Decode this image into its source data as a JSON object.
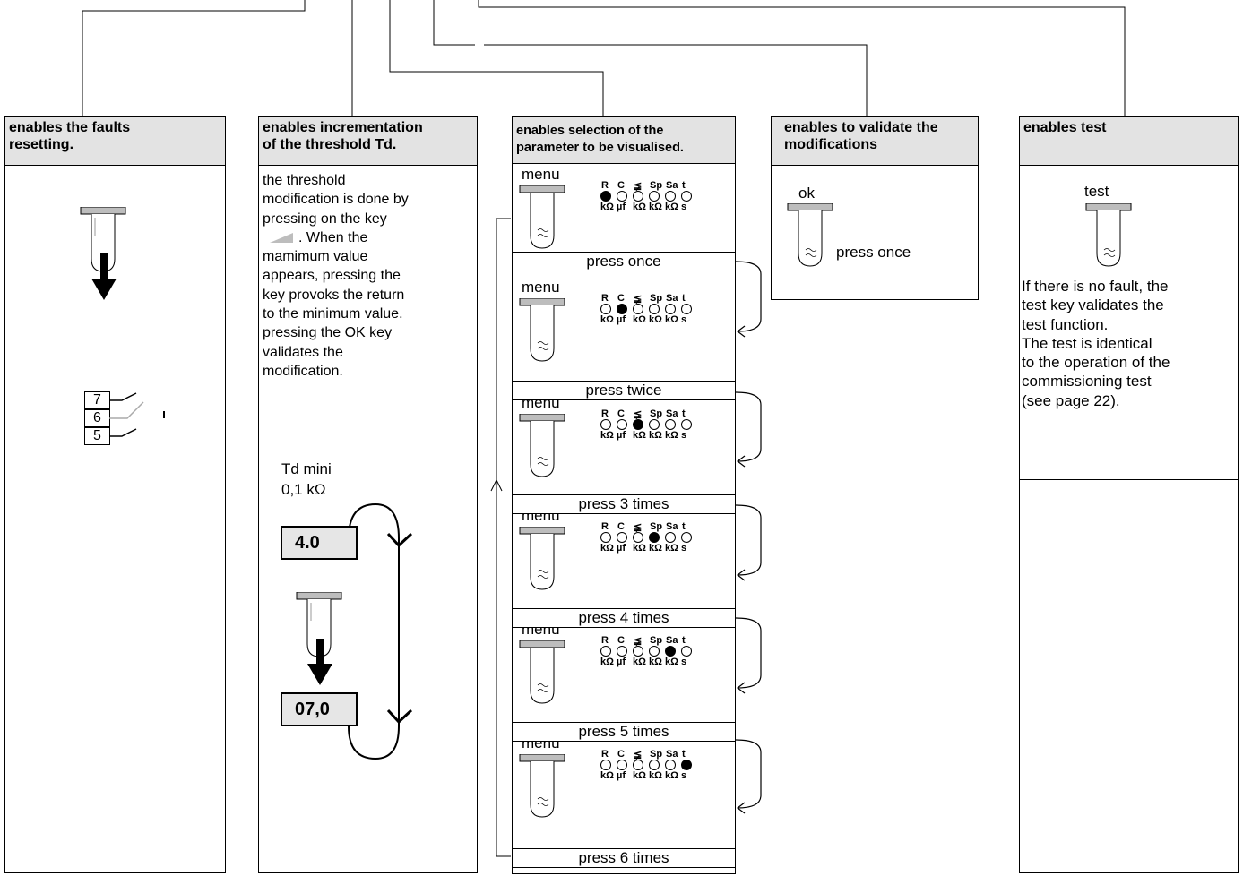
{
  "panels": {
    "reset": {
      "header": [
        "enables the faults",
        "resetting."
      ],
      "terminals": [
        "7",
        "6",
        "5"
      ]
    },
    "increment": {
      "header": [
        "enables incrementation",
        "of the threshold Td."
      ],
      "body": [
        "the threshold",
        "modification is done by",
        "pressing on the key",
        ". When the",
        "mamimum value",
        "appears, pressing the",
        "key provoks the return",
        "to the minimum value.",
        "pressing the OK key",
        "validates the",
        "modification."
      ],
      "td_label": "Td mini",
      "td_value": "0,1 kΩ",
      "display_top": "4.0",
      "display_bottom": "07,0"
    },
    "select": {
      "header": [
        "enables selection of the",
        "parameter to be visualised."
      ],
      "menu_label": "menu",
      "led_labels": [
        "R",
        "C",
        "≨",
        "Sp",
        "Sa",
        "t"
      ],
      "led_units": [
        "kΩ",
        "µf",
        "kΩ",
        "kΩ",
        "kΩ",
        "s"
      ],
      "steps": [
        "press once",
        "press twice",
        "press 3 times",
        "press 4 times",
        "press 5 times",
        "press 6 times"
      ]
    },
    "validate": {
      "header": [
        "enables to validate the",
        "modifications"
      ],
      "key_label": "ok",
      "action": "press once"
    },
    "test": {
      "header": [
        "enables test"
      ],
      "key_label": "test",
      "body": [
        "If there is no fault, the",
        "test key validates the",
        "test function.",
        "The test is identical",
        "to the operation of the",
        "commissioning test",
        "(see page 22)."
      ]
    }
  },
  "colors": {
    "header_bg": "#e3e3e3",
    "display_bg": "#e6e6e6",
    "key_gray": "#bdbdbd"
  }
}
